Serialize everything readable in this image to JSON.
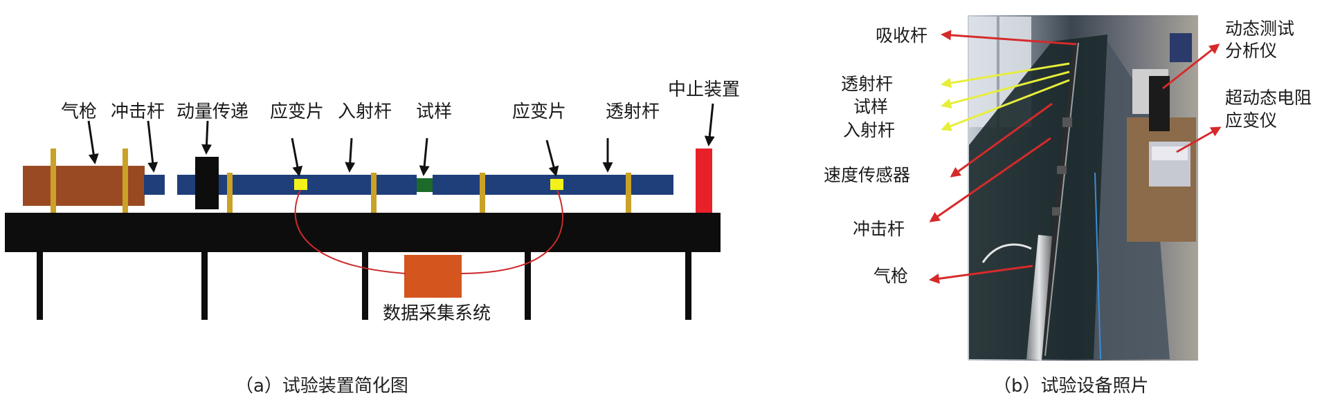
{
  "panel_a": {
    "labels": {
      "air_gun": "气枪",
      "striker_bar": "冲击杆",
      "momentum_transfer": "动量传递",
      "strain_gauge_1": "应变片",
      "incident_bar": "入射杆",
      "specimen": "试样",
      "strain_gauge_2": "应变片",
      "transmission_bar": "透射杆",
      "stop_device": "中止装置",
      "daq_system": "数据采集系统"
    },
    "caption": "（a）试验装置简化图"
  },
  "panel_b": {
    "labels": {
      "absorption_bar": "吸收杆",
      "transmission_bar": "透射杆",
      "specimen": "试样",
      "incident_bar": "入射杆",
      "velocity_sensor": "速度传感器",
      "striker_bar": "冲击杆",
      "air_gun": "气枪",
      "dynamic_analyzer_line1": "动态测试",
      "dynamic_analyzer_line2": "分析仪",
      "strain_meter_line1": "超动态电阻",
      "strain_meter_line2": "应变仪"
    },
    "caption": "（b）试验设备照片"
  },
  "colors": {
    "bar_blue": "#1f3f7a",
    "gun_brown": "#9a4a22",
    "support_gold": "#c9a227",
    "gauge_yellow": "#f2f21a",
    "specimen_green": "#1c6b2a",
    "stop_red": "#e8202a",
    "daq_orange": "#d4561e",
    "wire_red": "#cc2a2a",
    "arrow_red": "#d62a2a",
    "arrow_yellow": "#e7ee3a",
    "table_black": "#0d0d0d"
  }
}
